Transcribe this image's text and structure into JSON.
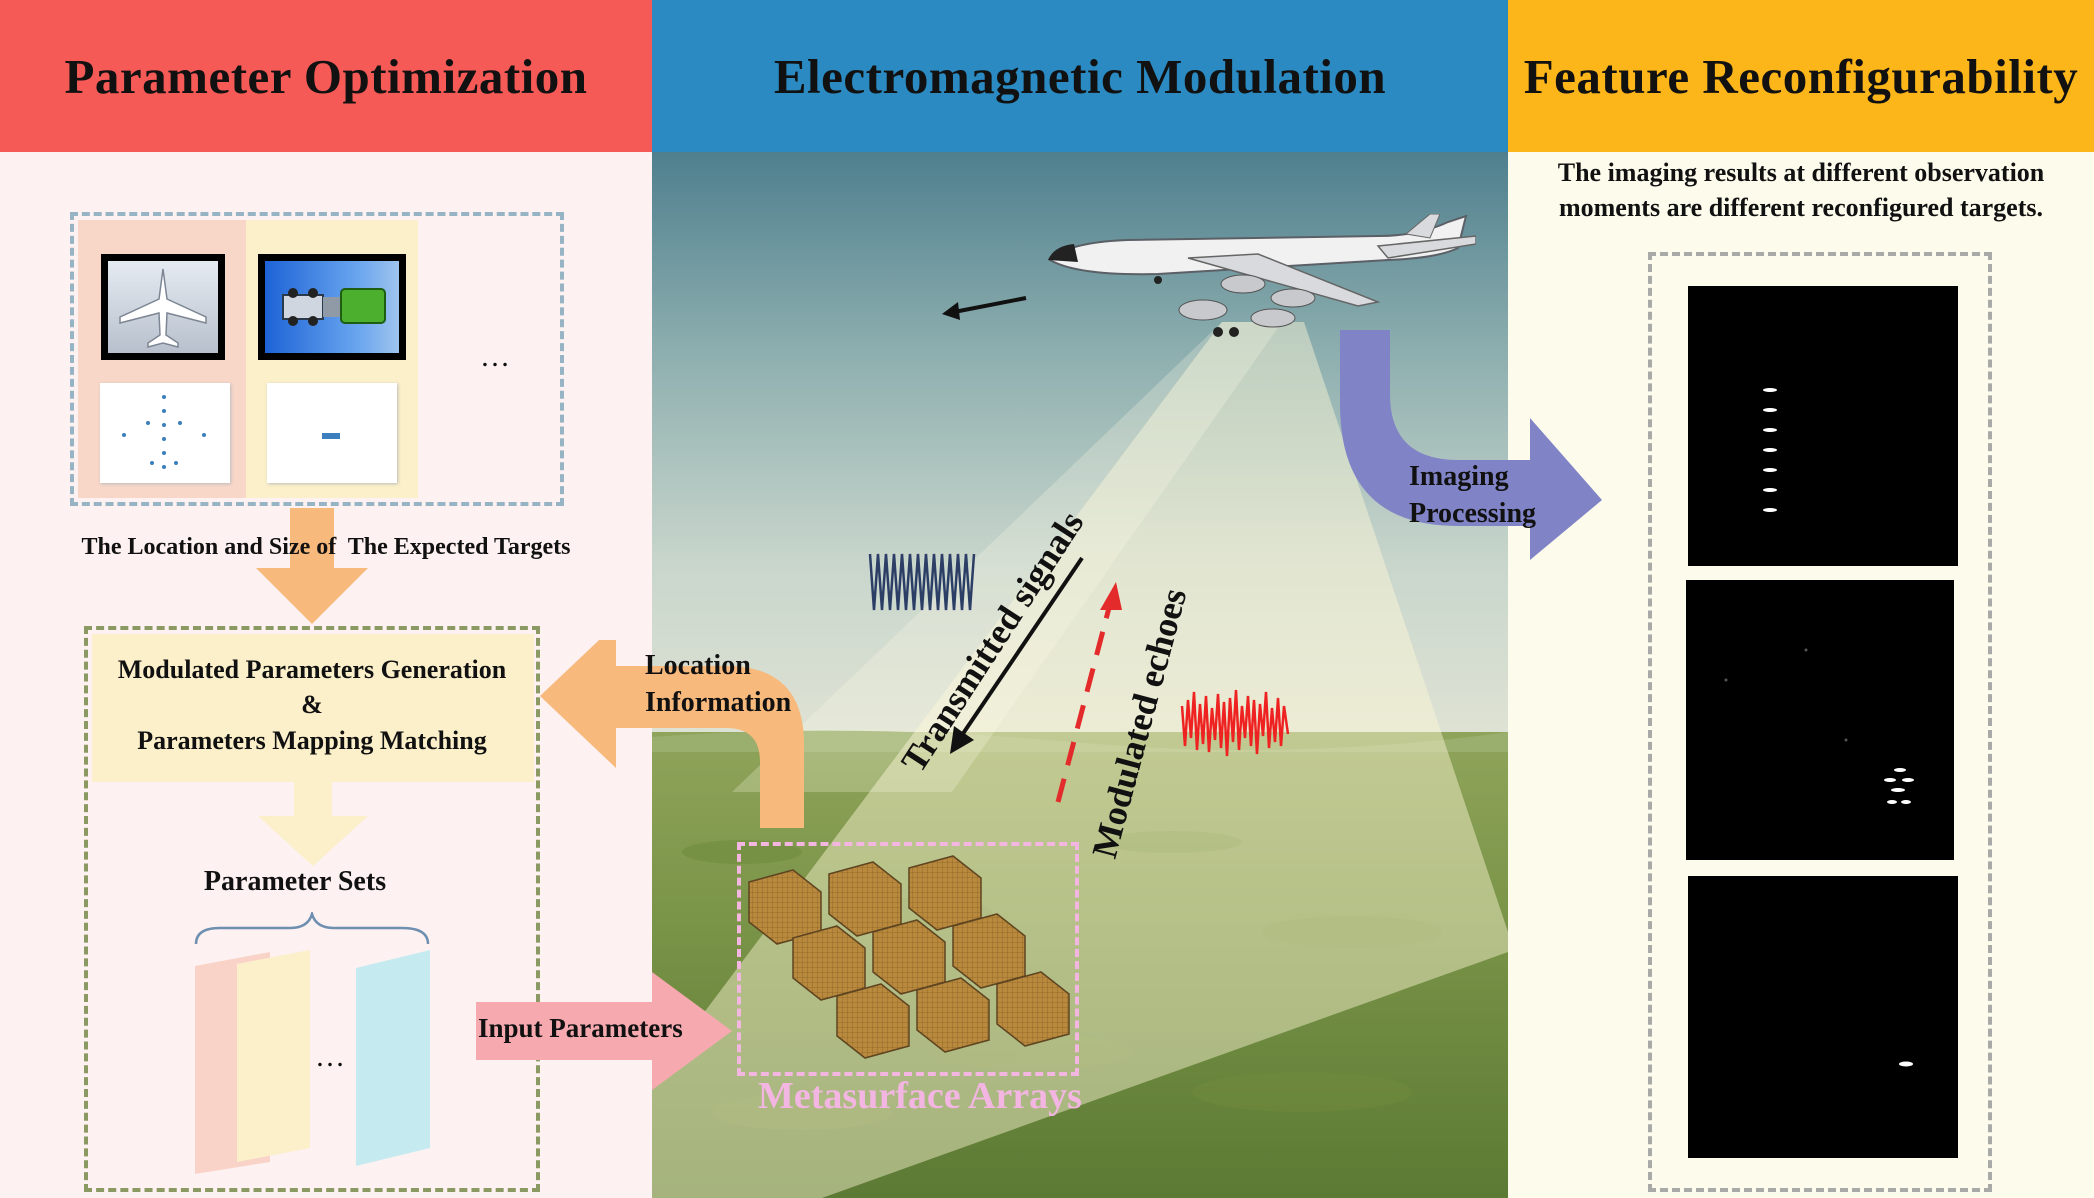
{
  "headers": {
    "left": "Parameter Optimization",
    "middle": "Electromagnetic Modulation",
    "right": "Feature Reconfigurability"
  },
  "colors": {
    "left_header": "#f55a57",
    "middle_header": "#2a8ac1",
    "right_header": "#fdb61a",
    "left_bg": "#fdf1f1",
    "right_bg": "#fcfbec",
    "imaging_arrow": "#8083c6",
    "location_arrow": "#f8b97d",
    "input_arrow": "#f6aab0",
    "metasurface_label": "#f3b6e2"
  },
  "left": {
    "targets_ellipsis": "…",
    "targets_caption": "The Location and Size of  The Expected Targets",
    "generation_line1": "Modulated Parameters Generation",
    "generation_line2": "&",
    "generation_line3": "Parameters Mapping Matching",
    "parameter_sets": "Parameter Sets",
    "sets_ellipsis": "…"
  },
  "middle": {
    "location_line1": "Location",
    "location_line2": "Information",
    "transmitted": "Transmitted signals",
    "modulated": "Modulated echoes",
    "input_parameters": "Input Parameters",
    "metasurface": "Metasurface Arrays",
    "imaging_line1": "Imaging",
    "imaging_line2": "Processing"
  },
  "right": {
    "caption_line1": "The imaging results at different observation",
    "caption_line2": "moments are different reconfigured targets."
  }
}
